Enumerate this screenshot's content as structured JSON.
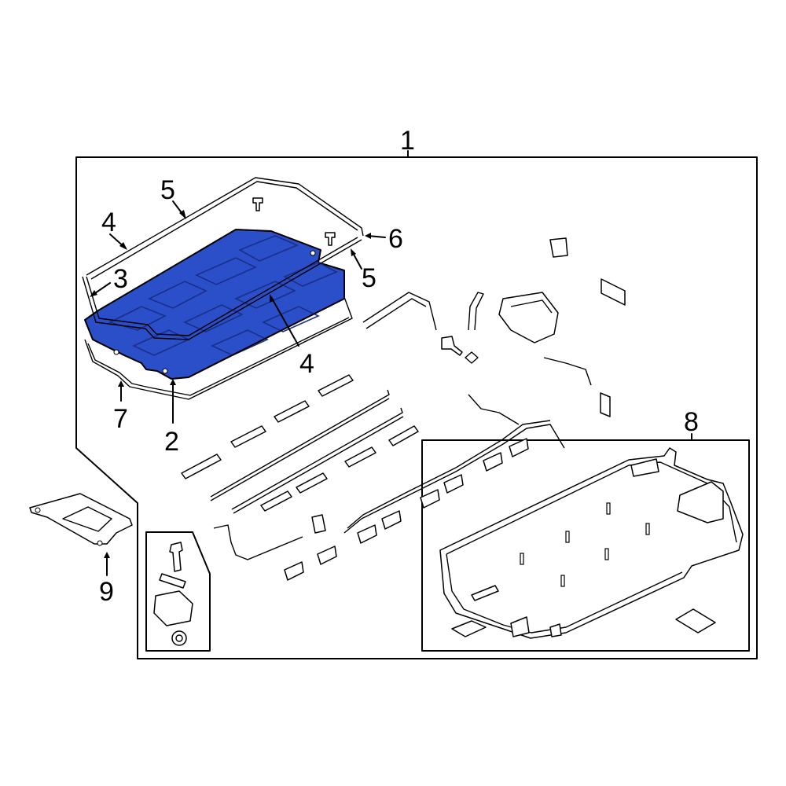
{
  "colors": {
    "highlight": "#2a4fc9",
    "highlight_detail": "#1a2f8a",
    "line": "#000000",
    "background": "#ffffff"
  },
  "callouts": {
    "c1": "1",
    "c2": "2",
    "c3": "3",
    "c4a": "4",
    "c4b": "4",
    "c5a": "5",
    "c5b": "5",
    "c6": "6",
    "c7": "7",
    "c8": "8",
    "c9": "9"
  }
}
